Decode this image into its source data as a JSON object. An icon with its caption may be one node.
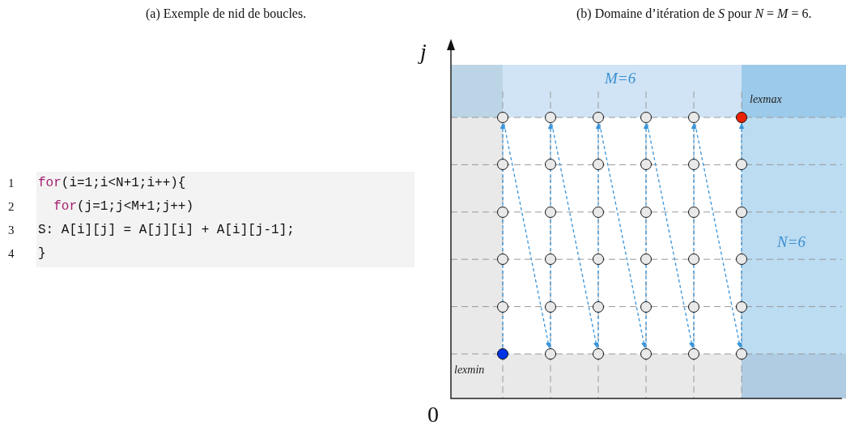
{
  "diagram": {
    "nodes": [
      {
        "text": [],
        "shape": "circle"
      },
      {
        "text": [],
        "shape": "circle"
      },
      {
        "text": [],
        "shape": "circle"
      },
      {
        "text": [],
        "shape": "circle"
      },
      {
        "text": [],
        "shape": "circle"
      },
      {
        "text": [],
        "shape": "circle",
        "beside": [
          "lexmax"
        ]
      },
      {
        "text": [],
        "shape": "circle"
      },
      {
        "text": [],
        "shape": "circle"
      },
      {
        "text": [],
        "shape": "circle"
      },
      {
        "text": [],
        "shape": "circle"
      },
      {
        "text": [],
        "shape": "circle"
      },
      {
        "text": [],
        "shape": "circle"
      },
      {
        "text": [],
        "shape": "circle"
      },
      {
        "text": [],
        "shape": "circle"
      },
      {
        "text": [],
        "shape": "circle"
      },
      {
        "text": [],
        "shape": "circle"
      },
      {
        "text": [],
        "shape": "circle"
      },
      {
        "text": [],
        "shape": "circle"
      },
      {
        "text": [],
        "shape": "circle"
      },
      {
        "text": [],
        "shape": "circle"
      },
      {
        "text": [],
        "shape": "circle"
      },
      {
        "text": [],
        "shape": "circle"
      },
      {
        "text": [],
        "shape": "circle"
      },
      {
        "text": [],
        "shape": "circle"
      },
      {
        "text": [],
        "shape": "circle"
      },
      {
        "text": [],
        "shape": "circle"
      },
      {
        "text": [],
        "shape": "circle"
      },
      {
        "text": [],
        "shape": "circle"
      },
      {
        "text": [],
        "shape": "circle"
      },
      {
        "text": [],
        "shape": "circle"
      },
      {
        "text": [],
        "shape": "circle",
        "beside": [
          "lexmin"
        ]
      },
      {
        "text": [],
        "shape": "circle"
      },
      {
        "text": [],
        "shape": "circle"
      },
      {
        "text": [],
        "shape": "circle"
      },
      {
        "text": [],
        "shape": "circle"
      },
      {
        "text": [],
        "shape": "circle"
      }
    ],
    "edges": [
      {
        "from": 30,
        "to": 0,
        "arrow": "to",
        "style": "dashed"
      },
      {
        "from": 0,
        "to": 31,
        "arrow": "to",
        "style": "dashed"
      },
      {
        "from": 31,
        "to": 1,
        "arrow": "to",
        "style": "dashed"
      },
      {
        "from": 1,
        "to": 32,
        "arrow": "to",
        "style": "dashed"
      },
      {
        "from": 32,
        "to": 2,
        "arrow": "to",
        "style": "dashed"
      },
      {
        "from": 2,
        "to": 33,
        "arrow": "to",
        "style": "dashed"
      },
      {
        "from": 33,
        "to": 3,
        "arrow": "to",
        "style": "dashed"
      },
      {
        "from": 3,
        "to": 34,
        "arrow": "to",
        "style": "dashed"
      },
      {
        "from": 34,
        "to": 4,
        "arrow": "to",
        "style": "dashed"
      },
      {
        "from": 4,
        "to": 35,
        "arrow": "to",
        "style": "dashed"
      },
      {
        "from": 35,
        "to": 5,
        "arrow": "to",
        "style": "dashed"
      }
    ],
    "labels": [
      "(a) Exemple de nid de boucles.",
      "(b) Domaine d’itération de *S* pour *N* = *M* = 6.",
      "j",
      "M=6",
      "1",
      "for(i=1;i<N+1;i++){",
      "2",
      "  for(j=1;j<M+1;j++)",
      "3",
      "S: A[i][j] = A[j][i] + A[i][j-1];",
      "4",
      "}",
      "N=6",
      "0"
    ]
  }
}
